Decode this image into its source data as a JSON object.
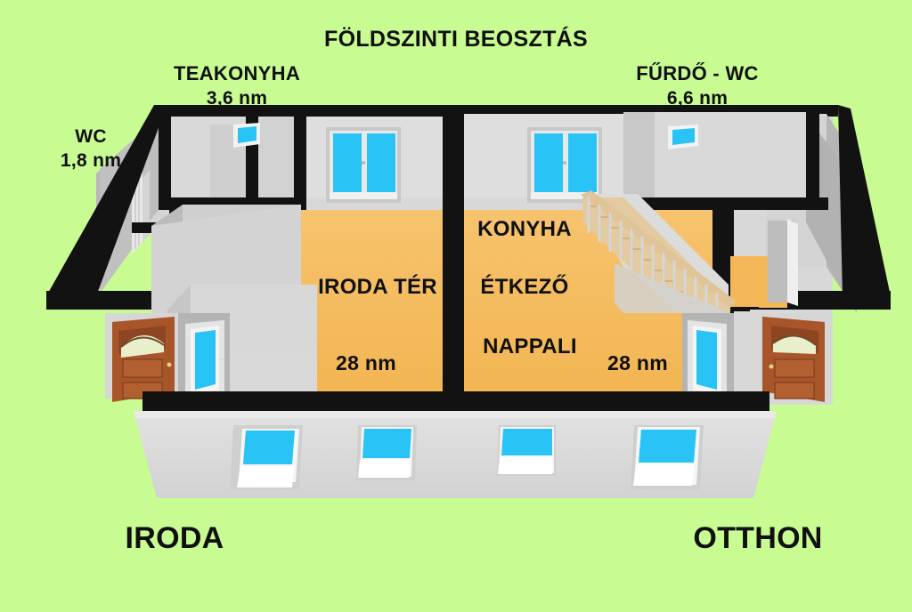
{
  "title": "FÖLDSZINTI BEOSZTÁS",
  "colors": {
    "background": "#c8fc93",
    "floor_orange": "#f5bc5f",
    "wall_black": "#121212",
    "wall_light": "#dcdcdc",
    "wall_mid": "#b4b4b4",
    "wall_shadow": "#a8a8a8",
    "window_blue": "#29c3f5",
    "door_wood": "#a8552a",
    "stair_wood": "#e8cfa0",
    "text": "#101010"
  },
  "rooms": {
    "teakonyha": {
      "name": "TEAKONYHA",
      "area": "3,6 nm"
    },
    "furdo_wc": {
      "name": "FŰRDŐ - WC",
      "area": "6,6 nm"
    },
    "wc": {
      "name": "WC",
      "area": "1,8 nm"
    },
    "iroda_ter": {
      "name": "IRODA TÉR",
      "area": "28 nm"
    },
    "konyha": {
      "name": "KONYHA"
    },
    "etkezo": {
      "name": "ÉTKEZŐ"
    },
    "nappali": {
      "name": "NAPPALI",
      "area": "28 nm"
    }
  },
  "sections": {
    "left": "IRODA",
    "right": "OTTHON"
  },
  "elements": {
    "staircase": "staircase",
    "front_windows": 4,
    "back_windows": 2,
    "small_windows": 2,
    "entry_doors": 2,
    "side_windows": 2
  }
}
